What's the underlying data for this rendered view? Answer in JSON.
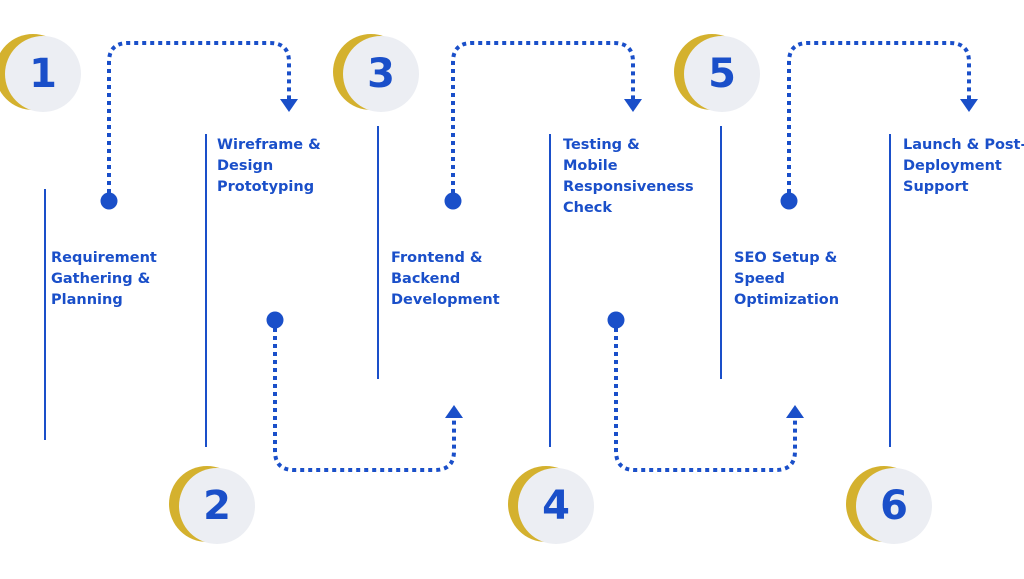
{
  "colors": {
    "accent": "#1a4fc9",
    "badge_shadow": "#d4b12e",
    "badge_fill": "#eceef3"
  },
  "steps": [
    {
      "number": "1",
      "label": "Requirement\nGathering &\nPlanning"
    },
    {
      "number": "2",
      "label": "Wireframe &\nDesign\nPrototyping"
    },
    {
      "number": "3",
      "label": "Frontend &\nBackend\nDevelopment"
    },
    {
      "number": "4",
      "label": "Testing & Mobile\nResponsiveness\nCheck"
    },
    {
      "number": "5",
      "label": "SEO Setup &\nSpeed\nOptimization"
    },
    {
      "number": "6",
      "label": "Launch & Post-\nDeployment\nSupport"
    }
  ]
}
